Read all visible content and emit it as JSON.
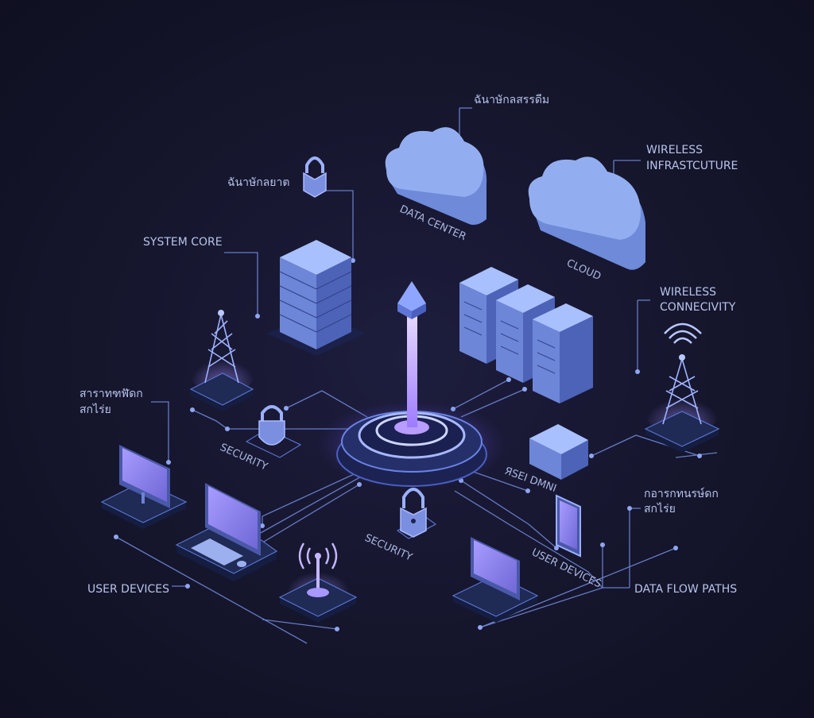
{
  "labels": {
    "thai_top": "ฉันาษักลสรรดีม",
    "thai_lock": "ฉันาษักลยาต",
    "system_core": "SYSTEM CORE",
    "wireless_infra_line1": "WIRELESS",
    "wireless_infra_line2": "INFRASTCUTURE",
    "data_center": "DATA CENTER",
    "cloud": "CLOUD",
    "wireless_conn_line1": "WIRELESS",
    "wireless_conn_line2": "CONNECIVITY",
    "thai_left_line1": "สาราทฑฬัดก",
    "thai_left_line2": "สกไร่ย",
    "security_left": "SECURITY",
    "security_center": "SECURITY",
    "iso_small": "ЯSEI DMNI",
    "thai_right_line1": "กอารกทนรษ์ดก",
    "thai_right_line2": "สกไร่ย",
    "user_devices_left": "USER DEVICES",
    "user_devices_right": "USER DEVICES",
    "data_flow_paths": "DATA FLOW PATHS"
  },
  "colors": {
    "background": "#15152c",
    "accent": "#8fa6f0",
    "hub_glow": "#a88cff"
  }
}
